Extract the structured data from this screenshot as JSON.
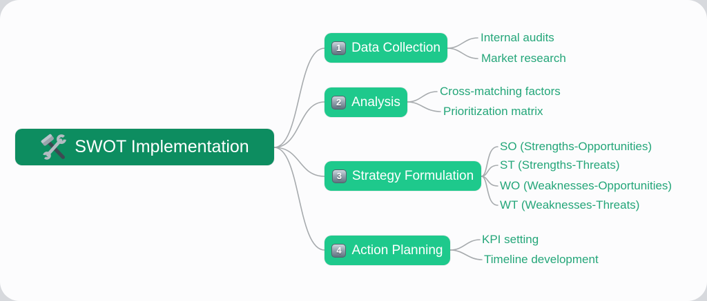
{
  "colors": {
    "backdrop": "#d7d9dd",
    "card_bg": "#fcfcfd",
    "root_fill": "#0d8d60",
    "branch_fill": "#1ec98c",
    "node_text": "#ffffff",
    "leaf_text": "#24a679",
    "connector": "#a6aaad"
  },
  "root": {
    "label": "SWOT Implementation",
    "icon": "hammer-and-wrench-icon"
  },
  "branches": [
    {
      "number": "1",
      "icon": "keycap-1-icon",
      "label": "Data Collection",
      "leaves": [
        "Internal audits",
        "Market research"
      ]
    },
    {
      "number": "2",
      "icon": "keycap-2-icon",
      "label": "Analysis",
      "leaves": [
        "Cross-matching factors",
        "Prioritization matrix"
      ]
    },
    {
      "number": "3",
      "icon": "keycap-3-icon",
      "label": "Strategy Formulation",
      "leaves": [
        "SO (Strengths-Opportunities)",
        "ST (Strengths-Threats)",
        "WO (Weaknesses-Opportunities)",
        "WT (Weaknesses-Threats)"
      ]
    },
    {
      "number": "4",
      "icon": "keycap-4-icon",
      "label": "Action Planning",
      "leaves": [
        "KPI setting",
        "Timeline development"
      ]
    }
  ]
}
